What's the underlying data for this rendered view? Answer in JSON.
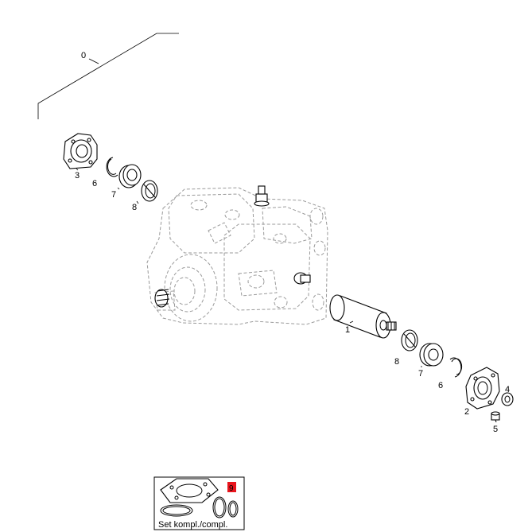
{
  "callouts": {
    "assembly": "0",
    "shaft": "1",
    "cover_right": "2",
    "cover_left": "3",
    "plug": "4",
    "screw": "5",
    "ring_left": "6",
    "ring_right": "6",
    "bearing_left": "7",
    "bearing_right": "7",
    "seal_left": "8",
    "seal_right": "8"
  },
  "kit": {
    "badge": "9",
    "caption": "Set kompl./compl."
  },
  "colors": {
    "line": "#000000",
    "ghost": "#9a9a9a",
    "badge": "#e8141c"
  }
}
